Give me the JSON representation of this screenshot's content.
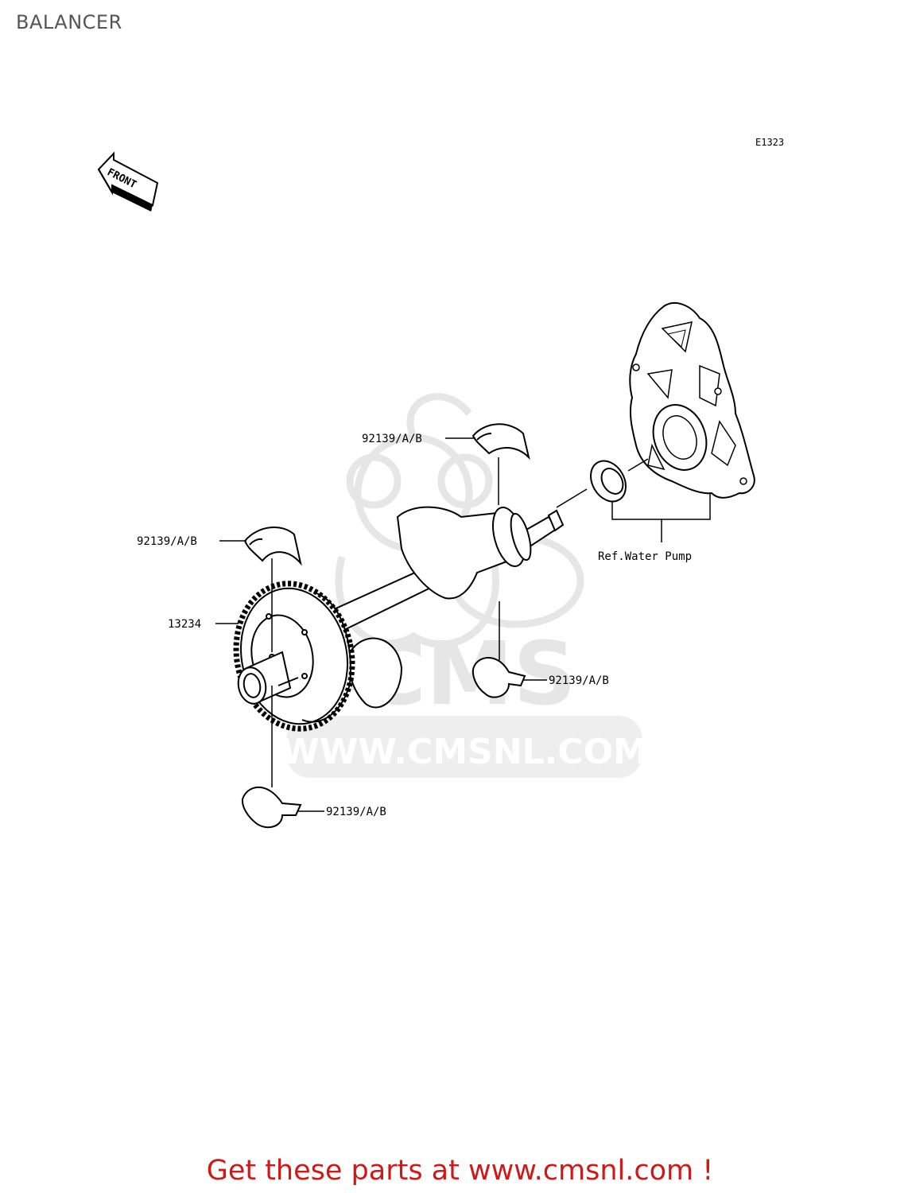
{
  "page": {
    "title": "BALANCER"
  },
  "diagram": {
    "code": "E1323",
    "front_label": "FRONT",
    "callouts": {
      "bearing_top": "92139/A/B",
      "bearing_left": "92139/A/B",
      "gear": "13234",
      "bearing_right": "92139/A/B",
      "bearing_bottom": "92139/A/B",
      "water_pump_ref": "Ref.Water Pump"
    }
  },
  "watermark": {
    "brand": "CMS",
    "url": "WWW.CMSNL.COM"
  },
  "footer": {
    "text": "Get these parts at www.cmsnl.com !"
  }
}
